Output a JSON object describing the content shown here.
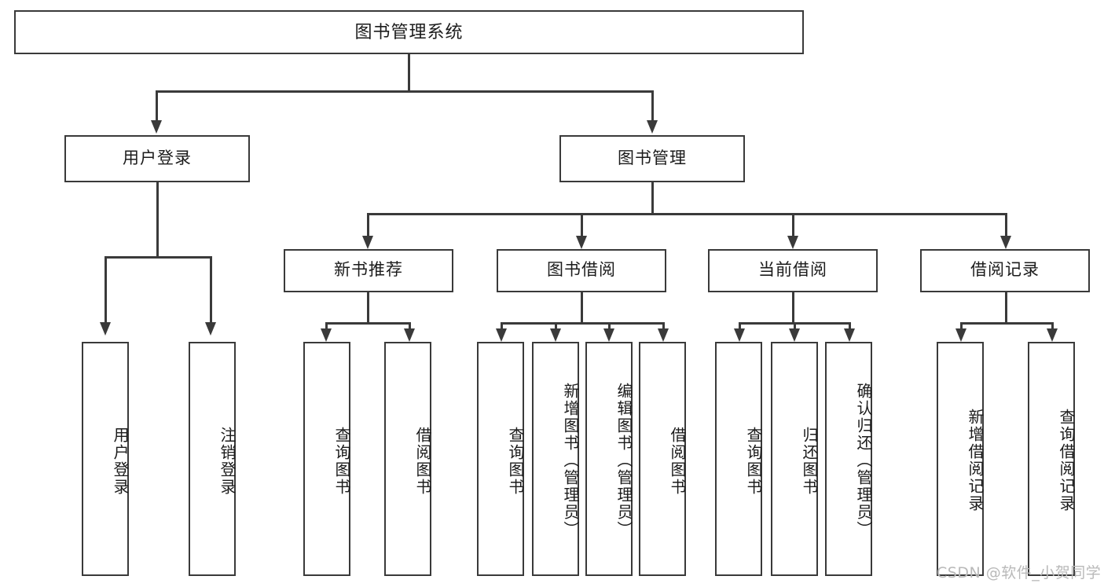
{
  "diagram": {
    "title": "图书管理系统",
    "watermark": "CSDN @软件_小贺同学",
    "colors": {
      "background": "#ffffff",
      "stroke": "#3a3a3a",
      "text": "#1b1b1b",
      "watermark": "#b9b9b9"
    },
    "levels": {
      "root": {
        "label": "图书管理系统"
      },
      "level2": [
        {
          "id": "user-login",
          "label": "用户登录"
        },
        {
          "id": "book-manage",
          "label": "图书管理"
        }
      ],
      "level3": [
        {
          "id": "new-book-recommend",
          "label": "新书推荐",
          "parent": "book-manage"
        },
        {
          "id": "book-borrow",
          "label": "图书借阅",
          "parent": "book-manage"
        },
        {
          "id": "current-borrow",
          "label": "当前借阅",
          "parent": "book-manage"
        },
        {
          "id": "borrow-record",
          "label": "借阅记录",
          "parent": "book-manage"
        }
      ],
      "leaves": {
        "user-login": [
          {
            "id": "leaf-user-login",
            "label": "用户登录"
          },
          {
            "id": "leaf-user-logout",
            "label": "注销登录"
          }
        ],
        "new-book-recommend": [
          {
            "id": "leaf-query-book-1",
            "label": "查询图书"
          },
          {
            "id": "leaf-borrow-book-1",
            "label": "借阅图书"
          }
        ],
        "book-borrow": [
          {
            "id": "leaf-query-book-2",
            "label": "查询图书"
          },
          {
            "id": "leaf-add-book",
            "label": "新增图书（管理员）"
          },
          {
            "id": "leaf-edit-book",
            "label": "编辑图书（管理员）"
          },
          {
            "id": "leaf-borrow-book-2",
            "label": "借阅图书"
          }
        ],
        "current-borrow": [
          {
            "id": "leaf-query-book-3",
            "label": "查询图书"
          },
          {
            "id": "leaf-return-book",
            "label": "归还图书"
          },
          {
            "id": "leaf-confirm-return",
            "label": "确认归还（管理员）"
          }
        ],
        "borrow-record": [
          {
            "id": "leaf-add-record",
            "label": "新增借阅记录"
          },
          {
            "id": "leaf-query-record",
            "label": "查询借阅记录"
          }
        ]
      }
    }
  }
}
